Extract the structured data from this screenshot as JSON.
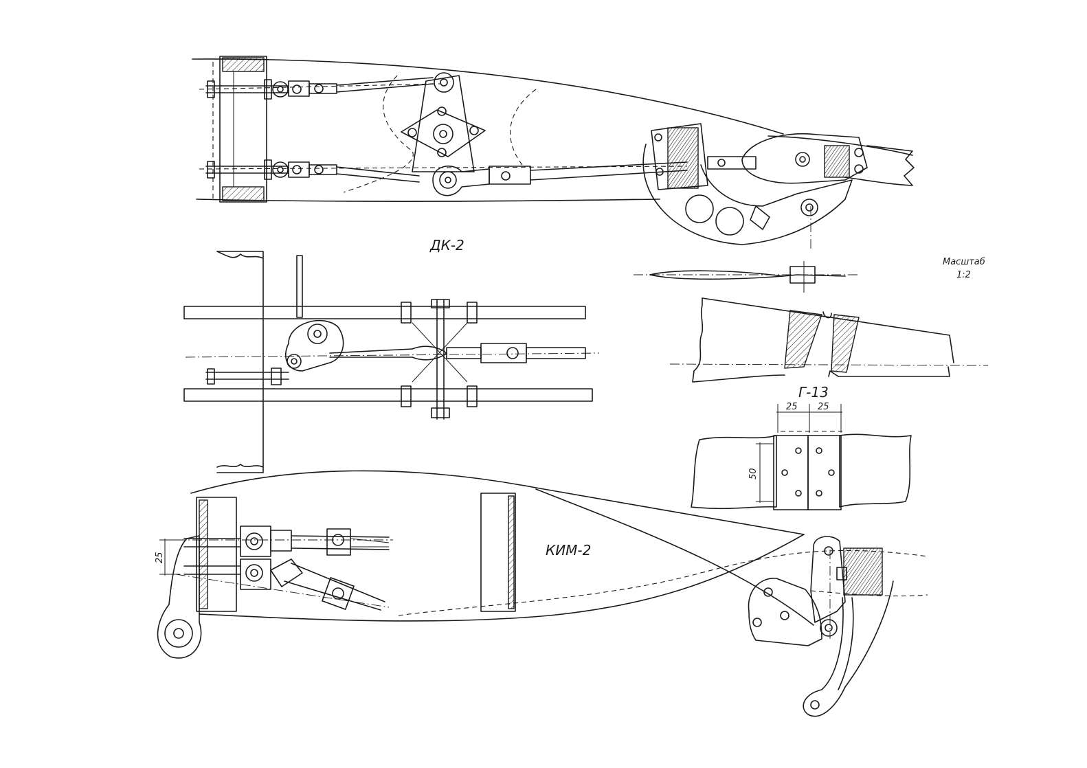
{
  "labels": {
    "dk2": "ДК-2",
    "kim2": "КИМ-2",
    "g13": "Г-13",
    "scale_word": "Масштаб",
    "scale_value": "1:2"
  },
  "dimensions": {
    "hinge_width_left": "25",
    "hinge_width_right": "25",
    "hinge_height": "50",
    "kim_spacing": "25"
  }
}
